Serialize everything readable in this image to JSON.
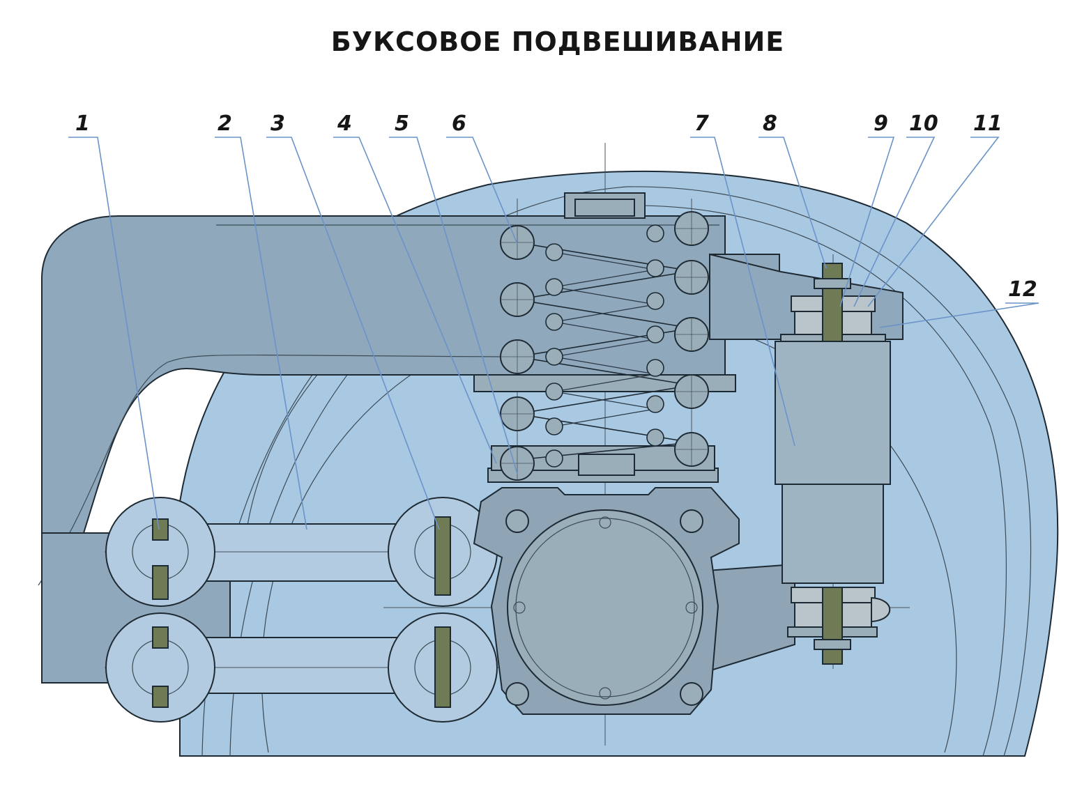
{
  "title": "БУКСОВОЕ ПОДВЕШИВАНИЕ",
  "callouts": [
    "1",
    "2",
    "3",
    "4",
    "5",
    "6",
    "7",
    "8",
    "9",
    "10",
    "11",
    "12"
  ],
  "colors": {
    "wheel": "#a9c8e2",
    "wheel_inner": "#b6d2e8",
    "frame": "#8fa8bc",
    "axlebox": "#8fa4b4",
    "steel": "#9aaeba",
    "leash": "#b2cbe0",
    "damper": "#9fb4c2",
    "rubber": "#b9c4cb",
    "bolt": "#6f7b55",
    "leader": "#6a93c9",
    "text": "#161616"
  }
}
